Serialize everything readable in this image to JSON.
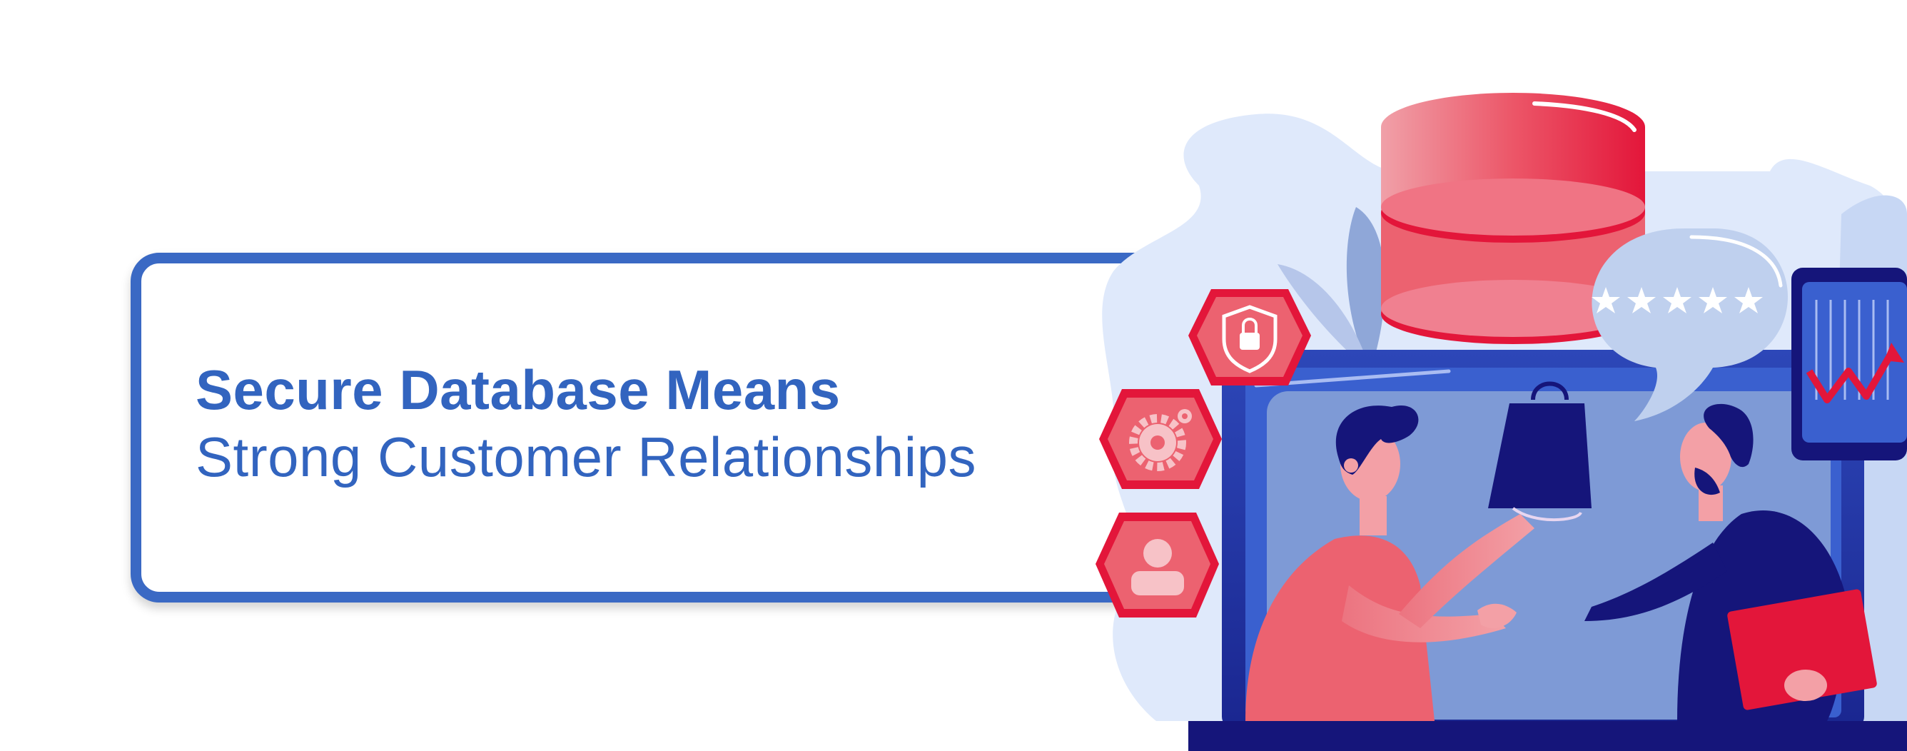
{
  "banner": {
    "headline": "Secure Database Means",
    "subheadline": "Strong Customer Relationships"
  },
  "illustration": {
    "rating_stars": 5,
    "icons": [
      "database-icon",
      "shield-lock-icon",
      "gear-icon",
      "user-icon",
      "shopping-bag-icon",
      "chart-icon",
      "speech-bubble-icon"
    ]
  },
  "colors": {
    "brand_blue": "#3a69c4",
    "accent_red": "#e3163a",
    "light_blue": "#dfe9fb",
    "navy": "#1a1a7a"
  }
}
